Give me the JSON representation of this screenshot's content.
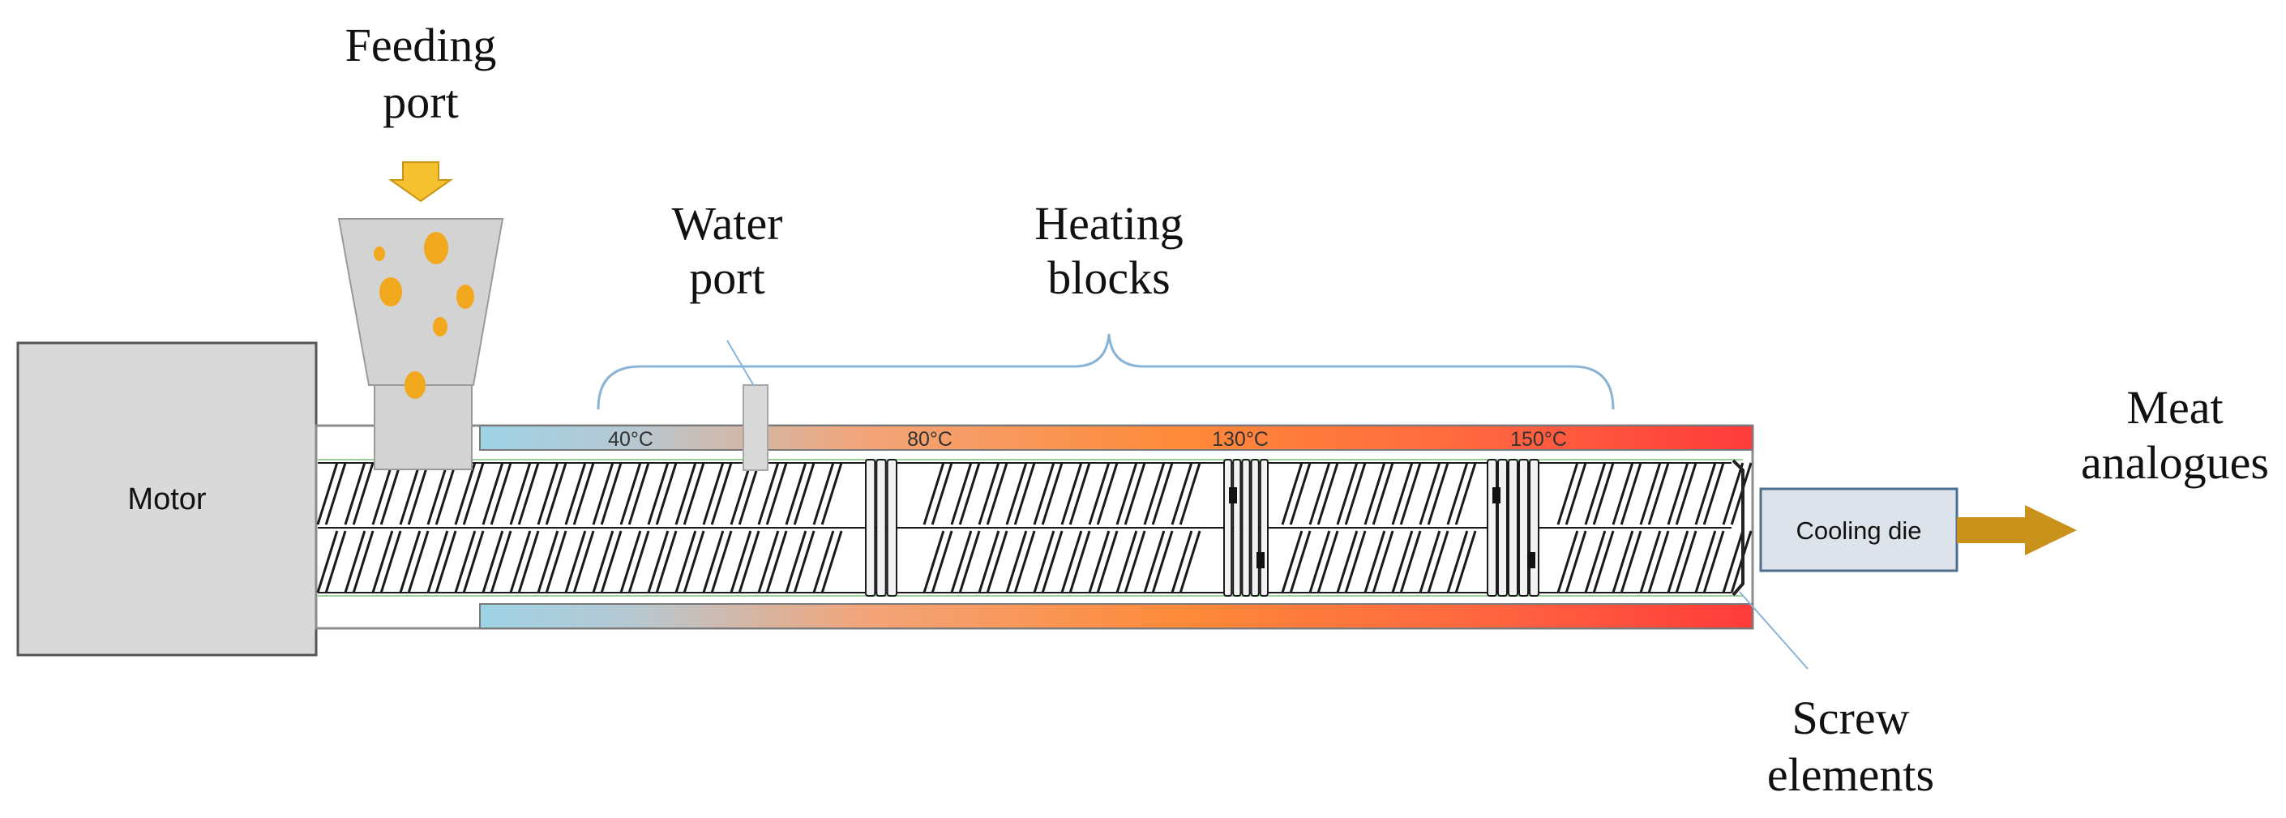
{
  "labels": {
    "feeding_port_1": "Feeding",
    "feeding_port_2": "port",
    "water_port_1": "Water",
    "water_port_2": "port",
    "heating_blocks_1": "Heating",
    "heating_blocks_2": "blocks",
    "motor": "Motor",
    "cooling_die": "Cooling die",
    "meat_analogues_1": "Meat",
    "meat_analogues_2": "analogues",
    "screw_elements_1": "Screw",
    "screw_elements_2": "elements"
  },
  "temperatures": [
    "40°C",
    "80°C",
    "130°C",
    "150°C"
  ],
  "colors": {
    "barrel_start": "#9ed3e6",
    "barrel_mid": "#ff8a3a",
    "barrel_end": "#ff3b3b",
    "granule": "#f2a81d",
    "feed_arrow": "#f6c12f",
    "output_arrow": "#c9921b",
    "bracket": "#8ab4d6",
    "motor_fill": "#d9d9d9"
  }
}
